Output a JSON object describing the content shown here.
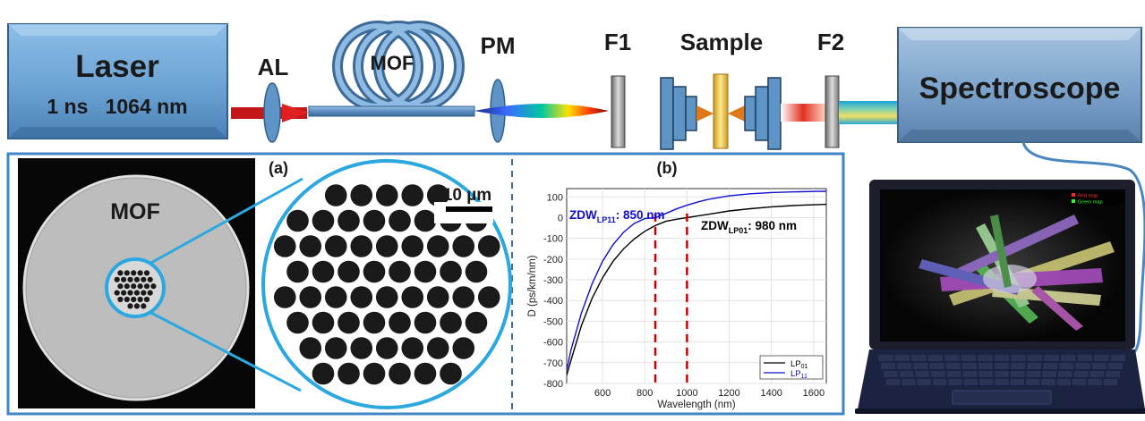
{
  "setup": {
    "laser_title": "Laser",
    "laser_spec": "1 ns   1064 nm",
    "al": "AL",
    "mof_coil": "MOF",
    "pm": "PM",
    "f1": "F1",
    "sample": "Sample",
    "f2": "F2",
    "spectroscope": "Spectroscope"
  },
  "panel_a": {
    "label": "(a)",
    "mof": "MOF",
    "scale": "10 µm"
  },
  "panel_b": {
    "label": "(b)"
  },
  "screen": {
    "legend_red": "Red map",
    "legend_green": "Green map"
  },
  "colors": {
    "box_blue": "#6fa6d6",
    "frame_blue": "#3f86c9",
    "fiber_blue": "#5b8fc0",
    "lp01": "#000000",
    "lp11": "#1010cc",
    "zdw_marker": "#cc0000"
  },
  "chart_data": {
    "type": "line",
    "xlabel": "Wavelength (nm)",
    "ylabel": "D (ps/km/nm)",
    "xlim": [
      430,
      1660
    ],
    "ylim": [
      -800,
      140
    ],
    "xticks": [
      600,
      800,
      1000,
      1200,
      1400,
      1600
    ],
    "yticks": [
      100,
      0,
      -100,
      -200,
      -300,
      -400,
      -500,
      -600,
      -700,
      -800
    ],
    "grid": true,
    "legend_position": "bottom-right",
    "series": [
      {
        "name": "LP01",
        "name_base": "LP",
        "name_sub": "01",
        "color": "#000000",
        "x": [
          430,
          450,
          500,
          550,
          600,
          650,
          700,
          750,
          800,
          850,
          900,
          950,
          1000,
          1050,
          1100,
          1200,
          1300,
          1400,
          1500,
          1600,
          1660
        ],
        "y": [
          -760,
          -690,
          -520,
          -390,
          -290,
          -210,
          -150,
          -103,
          -66,
          -38,
          -18,
          -8,
          0,
          8,
          16,
          32,
          43,
          52,
          58,
          62,
          64
        ]
      },
      {
        "name": "LP11",
        "name_base": "LP",
        "name_sub": "11",
        "color": "#1010cc",
        "x": [
          430,
          450,
          500,
          550,
          600,
          650,
          700,
          750,
          800,
          850,
          900,
          950,
          1000,
          1050,
          1100,
          1200,
          1300,
          1400,
          1500,
          1600,
          1660
        ],
        "y": [
          -735,
          -640,
          -460,
          -320,
          -210,
          -130,
          -70,
          -28,
          -5,
          0,
          20,
          42,
          60,
          75,
          88,
          105,
          115,
          121,
          124,
          126,
          127
        ]
      }
    ],
    "vlines": [
      850,
      1000
    ],
    "annotations": [
      {
        "text_base": "ZDW",
        "text_sub": "LP11",
        "text_value": ": 850 nm",
        "color": "#1010cc"
      },
      {
        "text_base": "ZDW",
        "text_sub": "LP01",
        "text_value": ": 980 nm",
        "color": "#000000"
      }
    ]
  }
}
